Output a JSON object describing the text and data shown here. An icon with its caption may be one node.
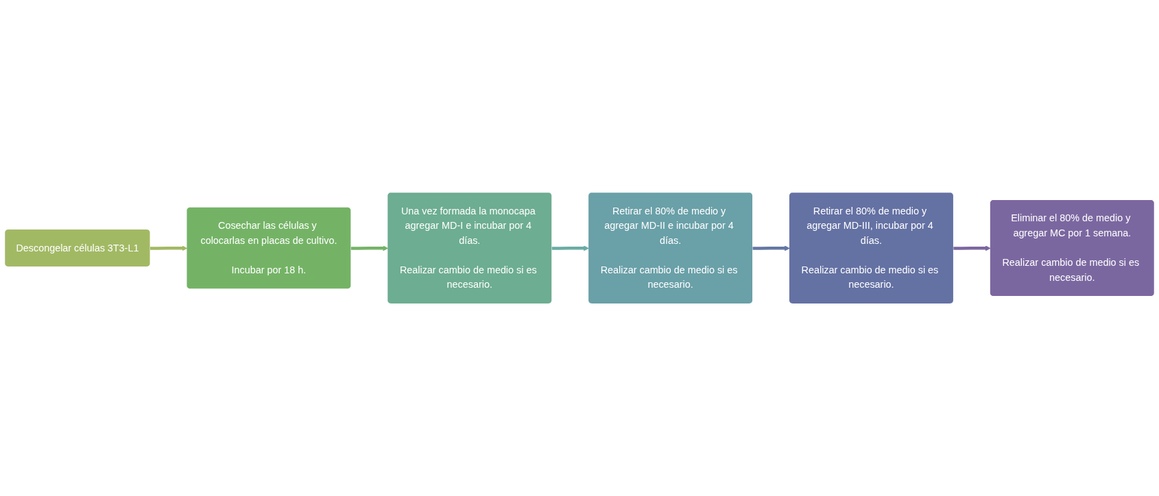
{
  "diagram": {
    "nodes": [
      {
        "text": [
          "Descongelar células 3T3-L1"
        ]
      },
      {
        "text": [
          "Cosechar las células y colocarlas en placas de cultivo.",
          "Incubar por 18 h."
        ]
      },
      {
        "text": [
          "Una vez formada la monocapa agregar MD-I e incubar por 4 días.",
          "Realizar cambio de medio si es necesario."
        ]
      },
      {
        "text": [
          "Retirar el 80% de medio y agregar MD-II e incubar por 4 días.",
          "Realizar cambio de medio si es necesario."
        ]
      },
      {
        "text": [
          "Retirar el 80% de medio y agregar MD-III, incubar por 4 días.",
          "Realizar cambio de medio si es necesario."
        ]
      },
      {
        "text": [
          "Eliminar el 80% de medio y agregar MC por 1 semana.",
          "Realizar cambio de medio si es necesario."
        ]
      }
    ],
    "edges": [
      {
        "from": 0,
        "to": 1,
        "arrow": "to",
        "color": "#a2b964"
      },
      {
        "from": 1,
        "to": 2,
        "arrow": "to",
        "color": "#74b366"
      },
      {
        "from": 2,
        "to": 3,
        "arrow": "to",
        "color": "#6aaca4"
      },
      {
        "from": 3,
        "to": 4,
        "arrow": "to",
        "color": "#6477a4"
      },
      {
        "from": 4,
        "to": 5,
        "arrow": "to",
        "color": "#7b67a0"
      }
    ]
  }
}
